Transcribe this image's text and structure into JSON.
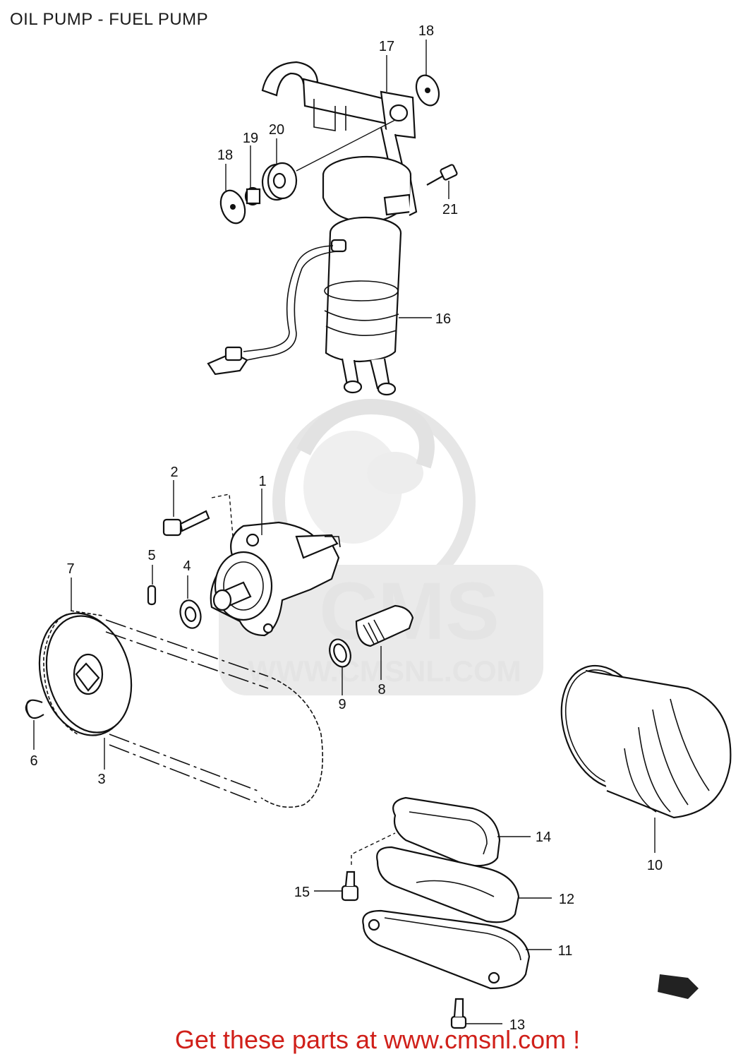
{
  "title": "OIL PUMP - FUEL PUMP",
  "footer": "Get these parts at www.cmsnl.com !",
  "watermark": {
    "brand": "CMS",
    "url": "WWW.CMSNL.COM"
  },
  "callouts": [
    {
      "id": "1",
      "label": "1"
    },
    {
      "id": "2",
      "label": "2"
    },
    {
      "id": "3",
      "label": "3"
    },
    {
      "id": "4",
      "label": "4"
    },
    {
      "id": "5",
      "label": "5"
    },
    {
      "id": "6",
      "label": "6"
    },
    {
      "id": "7",
      "label": "7"
    },
    {
      "id": "8",
      "label": "8"
    },
    {
      "id": "9",
      "label": "9"
    },
    {
      "id": "10",
      "label": "10"
    },
    {
      "id": "11",
      "label": "11"
    },
    {
      "id": "12",
      "label": "12"
    },
    {
      "id": "13",
      "label": "13"
    },
    {
      "id": "14",
      "label": "14"
    },
    {
      "id": "15",
      "label": "15"
    },
    {
      "id": "16",
      "label": "16"
    },
    {
      "id": "17",
      "label": "17"
    },
    {
      "id": "18a",
      "label": "18"
    },
    {
      "id": "18b",
      "label": "18"
    },
    {
      "id": "19",
      "label": "19"
    },
    {
      "id": "20",
      "label": "20"
    },
    {
      "id": "21",
      "label": "21"
    }
  ],
  "colors": {
    "footer_text": "#d0201a",
    "line": "#111111",
    "watermark": "#e4e4e4"
  }
}
